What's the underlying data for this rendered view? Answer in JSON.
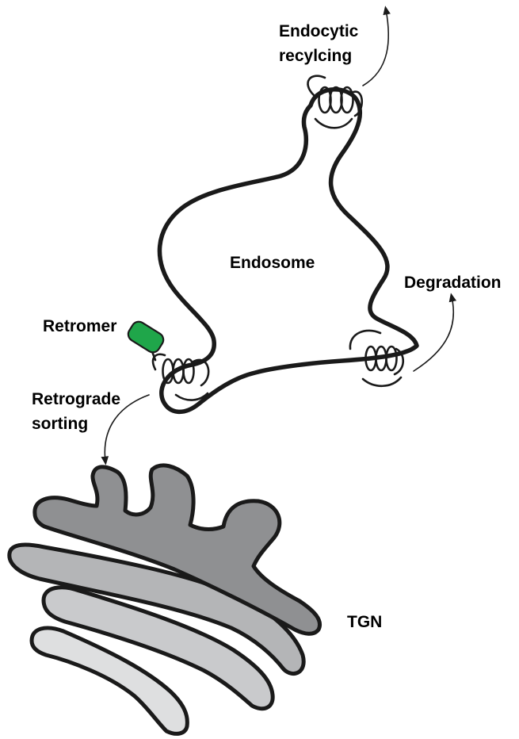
{
  "labels": {
    "endocytic_line1": "Endocytic",
    "endocytic_line2": "recylcing",
    "endosome": "Endosome",
    "degradation": "Degradation",
    "retromer": "Retromer",
    "retrograde_line1": "Retrograde",
    "retrograde_line2": "sorting",
    "tgn": "TGN"
  },
  "colors": {
    "endosome_fill": "#c4b59c",
    "retromer_fill": "#1fa64a",
    "tgn_cisterna_1": "#8f9092",
    "tgn_cisterna_2": "#b4b5b7",
    "tgn_cisterna_3": "#c9cacc",
    "tgn_cisterna_4": "#dedfe0",
    "outline": "#1a1a1a"
  }
}
